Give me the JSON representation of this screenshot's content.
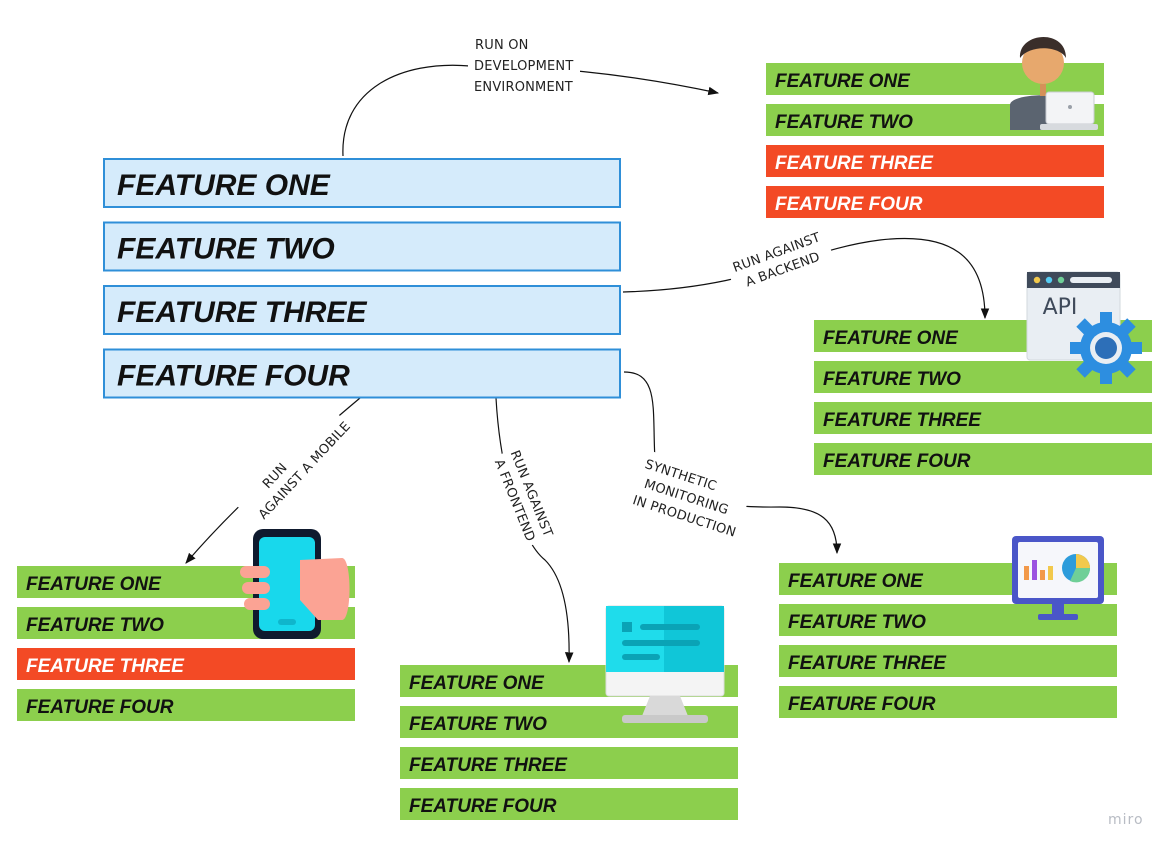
{
  "colors": {
    "master_fill": "#d5ebfb",
    "master_stroke": "#2f8fd8",
    "pass": "#8ccf4d",
    "fail": "#f34a25"
  },
  "master": {
    "items": [
      "FEATURE ONE",
      "FEATURE TWO",
      "FEATURE THREE",
      "FEATURE FOUR"
    ]
  },
  "targets": [
    {
      "id": "development",
      "icon": "developer-icon",
      "edge_label": [
        "RUN ON",
        "DEVELOPMENT",
        "ENVIRONMENT"
      ],
      "items": [
        {
          "label": "FEATURE ONE",
          "status": "pass"
        },
        {
          "label": "FEATURE TWO",
          "status": "pass"
        },
        {
          "label": "FEATURE THREE",
          "status": "fail"
        },
        {
          "label": "FEATURE FOUR",
          "status": "fail"
        }
      ]
    },
    {
      "id": "backend",
      "icon": "api-gear-icon",
      "icon_text": "API",
      "edge_label": [
        "RUN AGAINST",
        "A BACKEND"
      ],
      "items": [
        {
          "label": "FEATURE ONE",
          "status": "pass"
        },
        {
          "label": "FEATURE TWO",
          "status": "pass"
        },
        {
          "label": "FEATURE THREE",
          "status": "pass"
        },
        {
          "label": "FEATURE FOUR",
          "status": "pass"
        }
      ]
    },
    {
      "id": "mobile",
      "icon": "smartphone-hand-icon",
      "edge_label": [
        "RUN",
        "AGAINST A MOBILE"
      ],
      "items": [
        {
          "label": "FEATURE ONE",
          "status": "pass"
        },
        {
          "label": "FEATURE TWO",
          "status": "pass"
        },
        {
          "label": "FEATURE THREE",
          "status": "fail"
        },
        {
          "label": "FEATURE FOUR",
          "status": "pass"
        }
      ]
    },
    {
      "id": "frontend",
      "icon": "desktop-monitor-icon",
      "edge_label": [
        "RUN AGAINST",
        "A FRONTEND"
      ],
      "items": [
        {
          "label": "FEATURE ONE",
          "status": "pass"
        },
        {
          "label": "FEATURE TWO",
          "status": "pass"
        },
        {
          "label": "FEATURE THREE",
          "status": "pass"
        },
        {
          "label": "FEATURE FOUR",
          "status": "pass"
        }
      ]
    },
    {
      "id": "production",
      "icon": "dashboard-monitor-icon",
      "edge_label": [
        "SYNTHETIC",
        "MONITORING",
        "IN PRODUCTION"
      ],
      "items": [
        {
          "label": "FEATURE ONE",
          "status": "pass"
        },
        {
          "label": "FEATURE TWO",
          "status": "pass"
        },
        {
          "label": "FEATURE THREE",
          "status": "pass"
        },
        {
          "label": "FEATURE FOUR",
          "status": "pass"
        }
      ]
    }
  ],
  "watermark": "miro"
}
